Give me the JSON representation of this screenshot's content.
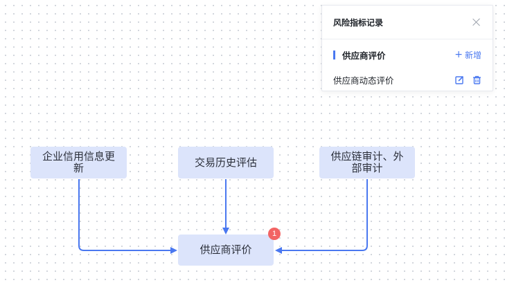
{
  "panel": {
    "title": "风险指标记录",
    "section_title": "供应商评价",
    "add_label": "新增",
    "items": [
      {
        "label": "供应商动态评价"
      }
    ]
  },
  "flow": {
    "nodes": [
      {
        "id": "n1",
        "label_line1": "企业信用信息更",
        "label_line2": "新"
      },
      {
        "id": "n2",
        "label_line1": "交易历史评估"
      },
      {
        "id": "n3",
        "label_line1": "供应链审计、外",
        "label_line2": "部审计"
      },
      {
        "id": "n4",
        "label_line1": "供应商评价",
        "badge": "1"
      }
    ],
    "edges": [
      {
        "from": "n1",
        "to": "n4"
      },
      {
        "from": "n2",
        "to": "n4"
      },
      {
        "from": "n3",
        "to": "n4"
      }
    ]
  },
  "colors": {
    "node_fill": "#dce4fb",
    "edge": "#4a78f0",
    "accent": "#4a78f0",
    "badge": "#f26464"
  }
}
